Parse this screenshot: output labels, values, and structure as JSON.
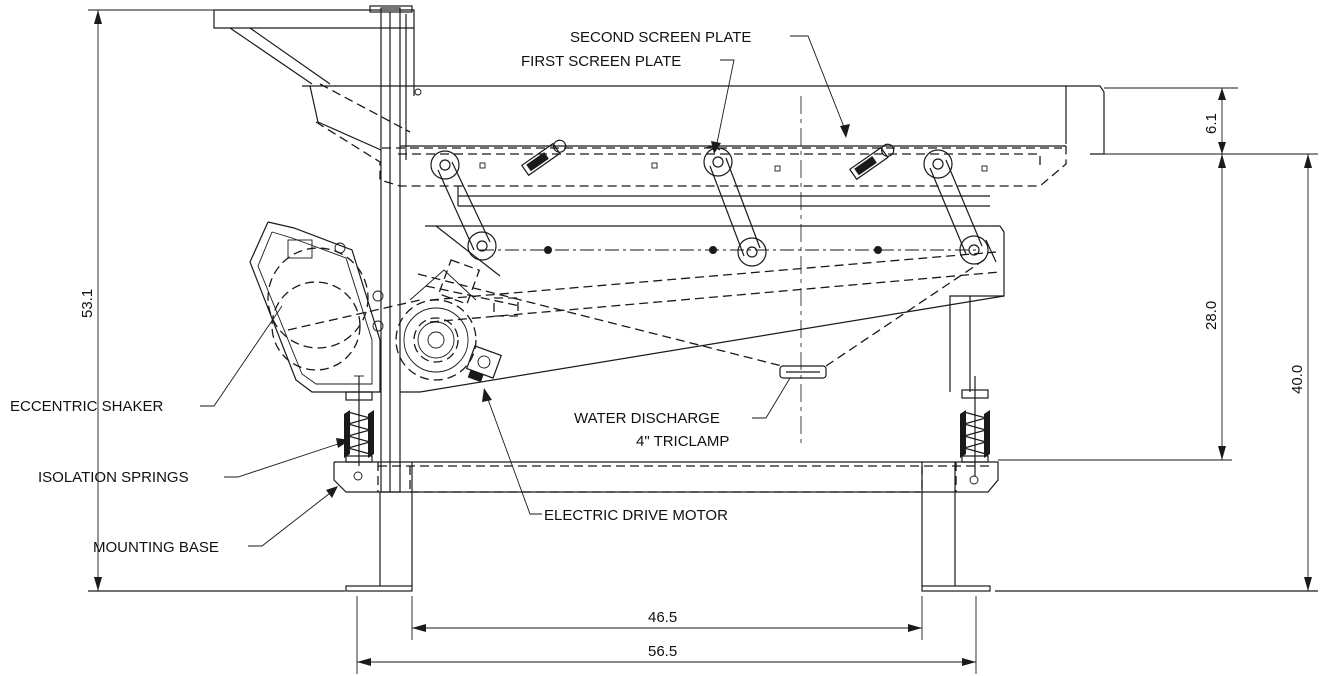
{
  "labels": {
    "second_screen_plate": "SECOND SCREEN PLATE",
    "first_screen_plate": "FIRST SCREEN PLATE",
    "eccentric_shaker": "ECCENTRIC SHAKER",
    "isolation_springs": "ISOLATION SPRINGS",
    "mounting_base": "MOUNTING BASE",
    "water_discharge": "WATER DISCHARGE",
    "triclamp": "4\" TRICLAMP",
    "electric_drive_motor": "ELECTRIC DRIVE MOTOR"
  },
  "dimensions": {
    "overall_height": "53.1",
    "top_offset": "6.1",
    "screen_height": "28.0",
    "base_height": "40.0",
    "inner_width": "46.5",
    "overall_width": "56.5"
  }
}
